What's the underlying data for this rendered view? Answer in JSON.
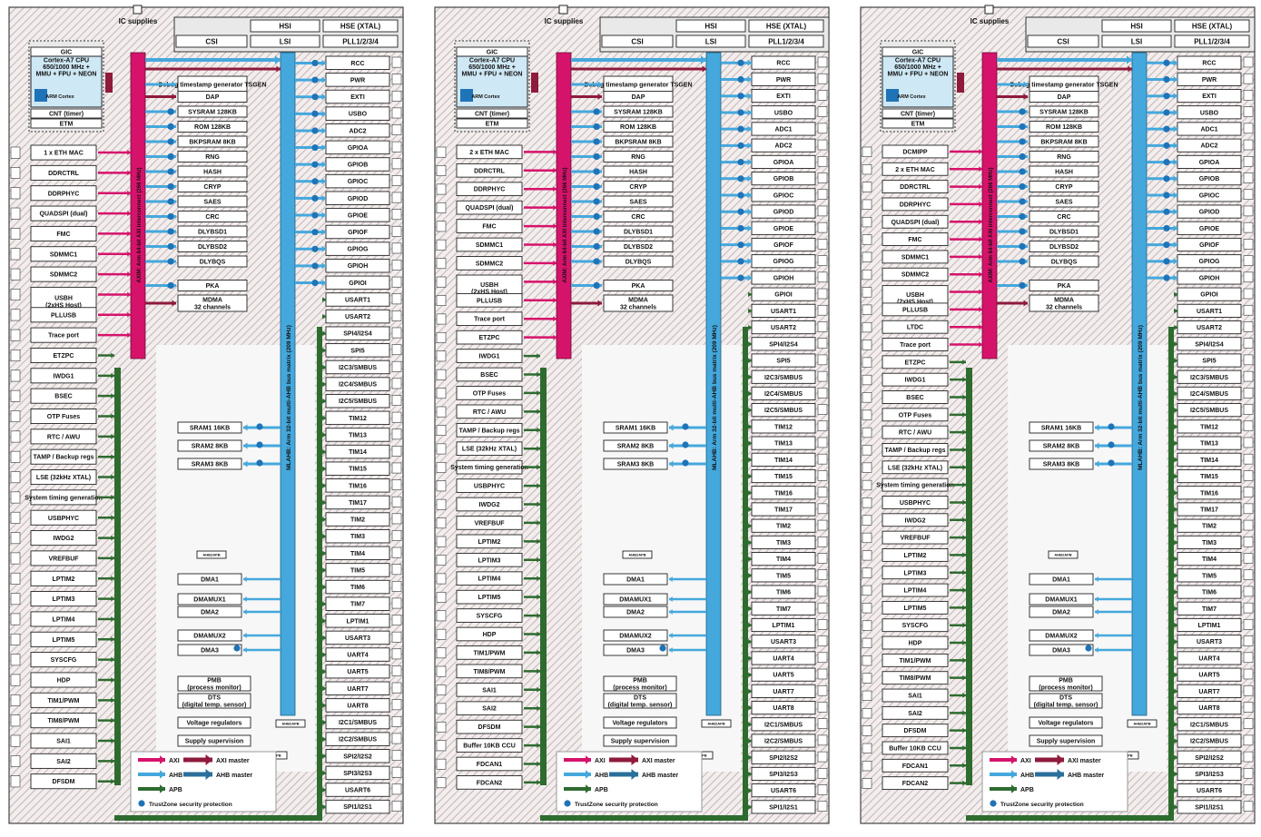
{
  "panels": [
    {
      "id": "p1",
      "ic_supplies": "IC supplies",
      "clock": {
        "hsi": "HSI",
        "hse": "HSE (XTAL)",
        "csi": "CSI",
        "lsi": "LSI",
        "pll": "PLL1/2/3/4"
      },
      "cpu": {
        "gic": "GIC",
        "core": "Cortex-A7 CPU\n650/1000 MHz +\nMMU + FPU + NEON",
        "logo": "ARM Cortex",
        "cnt": "CNT (timer)",
        "etm": "ETM"
      },
      "axi_label": "AXIM: Arm 64-bit AXI interconnect (266 MHz)",
      "ahb_label": "MLAHB: Arm 32-bit multi-AHB bus matrix (209 MHz)",
      "left_blocks": [
        "1 x ETH MAC",
        "DDRCTRL",
        "DDRPHYC",
        "QUADSPI (dual)",
        "FMC",
        "SDMMC1",
        "SDMMC2",
        "USBH\n(2xHS Host)",
        "PLLUSB",
        "Trace port",
        "ETZPC",
        "IWDG1",
        "BSEC",
        "OTP Fuses",
        "RTC / AWU",
        "TAMP / Backup regs",
        "LSE (32kHz XTAL)",
        "System timing generation",
        "USBPHYC",
        "IWDG2",
        "VREFBUF",
        "LPTIM2",
        "LPTIM3",
        "LPTIM4",
        "LPTIM5",
        "SYSCFG",
        "HDP",
        "TIM1/PWM",
        "TIM8/PWM",
        "SAI1",
        "SAI2",
        "DFSDM"
      ],
      "axi_blocks": [
        "Debug timestamp generator TSGEN",
        "DAP",
        "SYSRAM 128KB",
        "ROM 128KB",
        "BKPSRAM 8KB",
        "RNG",
        "HASH",
        "CRYP",
        "SAES",
        "CRC",
        "DLYBSD1",
        "DLYBSD2",
        "DLYBQS",
        "PKA",
        "MDMA\n32 channels"
      ],
      "mid_blocks": [
        "SRAM1 16KB",
        "SRAM2 8KB",
        "SRAM3 8KB",
        "DMA1",
        "DMAMUX1",
        "DMA2",
        "DMAMUX2",
        "DMA3",
        "PMB\n(process monitor)",
        "DTS\n(digital temp. sensor)",
        "Voltage regulators",
        "Supply supervision"
      ],
      "right_blocks": [
        "RCC",
        "PWR",
        "EXTI",
        "USBO",
        "ADC2",
        "GPIOA",
        "GPIOB",
        "GPIOC",
        "GPIOD",
        "GPIOE",
        "GPIOF",
        "GPIOG",
        "GPIOH",
        "GPIOI",
        "USART1",
        "USART2",
        "SPI4/I2S4",
        "SPI5",
        "I2C3/SMBUS",
        "I2C4/SMBUS",
        "I2C5/SMBUS",
        "TIM12",
        "TIM13",
        "TIM14",
        "TIM15",
        "TIM16",
        "TIM17",
        "TIM2",
        "TIM3",
        "TIM4",
        "TIM5",
        "TIM6",
        "TIM7",
        "LPTIM1",
        "USART3",
        "UART4",
        "UART5",
        "UART7",
        "UART8",
        "I2C1/SMBUS",
        "I2C2/SMBUS",
        "SPI2/I2S2",
        "SPI3/I2S3",
        "USART6",
        "SPI1/I2S1"
      ]
    },
    {
      "id": "p2",
      "ic_supplies": "IC supplies",
      "clock": {
        "hsi": "HSI",
        "hse": "HSE (XTAL)",
        "csi": "CSI",
        "lsi": "LSI",
        "pll": "PLL1/2/3/4"
      },
      "cpu": {
        "gic": "GIC",
        "core": "Cortex-A7 CPU\n650/1000 MHz +\nMMU + FPU + NEON",
        "logo": "ARM Cortex",
        "cnt": "CNT (timer)",
        "etm": "ETM"
      },
      "axi_label": "AXIM: Arm 64-bit AXI interconnect (266 MHz)",
      "ahb_label": "MLAHB: Arm 32-bit multi-AHB bus matrix (209 MHz)",
      "left_blocks": [
        "2 x ETH MAC",
        "DDRCTRL",
        "DDRPHYC",
        "QUADSPI (dual)",
        "FMC",
        "SDMMC1",
        "SDMMC2",
        "USBH\n(2xHS Host)",
        "PLLUSB",
        "Trace port",
        "ETZPC",
        "IWDG1",
        "BSEC",
        "OTP Fuses",
        "RTC / AWU",
        "TAMP / Backup regs",
        "LSE (32kHz XTAL)",
        "System timing generation",
        "USBPHYC",
        "IWDG2",
        "VREFBUF",
        "LPTIM2",
        "LPTIM3",
        "LPTIM4",
        "LPTIM5",
        "SYSCFG",
        "HDP",
        "TIM1/PWM",
        "TIM8/PWM",
        "SAI1",
        "SAI2",
        "DFSDM",
        "Buffer 10KB CCU",
        "FDCAN1",
        "FDCAN2"
      ],
      "axi_blocks": [
        "Debug timestamp generator TSGEN",
        "DAP",
        "SYSRAM 128KB",
        "ROM 128KB",
        "BKPSRAM 8KB",
        "RNG",
        "HASH",
        "CRYP",
        "SAES",
        "CRC",
        "DLYBSD1",
        "DLYBSD2",
        "DLYBQS",
        "PKA",
        "MDMA\n32 channels"
      ],
      "mid_blocks": [
        "SRAM1 16KB",
        "SRAM2 8KB",
        "SRAM3 8KB",
        "DMA1",
        "DMAMUX1",
        "DMA2",
        "DMAMUX2",
        "DMA3",
        "PMB\n(process monitor)",
        "DTS\n(digital temp. sensor)",
        "Voltage regulators",
        "Supply supervision"
      ],
      "right_blocks": [
        "RCC",
        "PWR",
        "EXTI",
        "USBO",
        "ADC1",
        "ADC2",
        "GPIOA",
        "GPIOB",
        "GPIOC",
        "GPIOD",
        "GPIOE",
        "GPIOF",
        "GPIOG",
        "GPIOH",
        "GPIOI",
        "USART1",
        "USART2",
        "SPI4/I2S4",
        "SPI5",
        "I2C3/SMBUS",
        "I2C4/SMBUS",
        "I2C5/SMBUS",
        "TIM12",
        "TIM13",
        "TIM14",
        "TIM15",
        "TIM16",
        "TIM17",
        "TIM2",
        "TIM3",
        "TIM4",
        "TIM5",
        "TIM6",
        "TIM7",
        "LPTIM1",
        "USART3",
        "UART4",
        "UART5",
        "UART7",
        "UART8",
        "I2C1/SMBUS",
        "I2C2/SMBUS",
        "SPI2/I2S2",
        "SPI3/I2S3",
        "USART6",
        "SPI1/I2S1"
      ]
    },
    {
      "id": "p3",
      "ic_supplies": "IC supplies",
      "clock": {
        "hsi": "HSI",
        "hse": "HSE (XTAL)",
        "csi": "CSI",
        "lsi": "LSI",
        "pll": "PLL1/2/3/4"
      },
      "cpu": {
        "gic": "GIC",
        "core": "Cortex-A7 CPU\n650/1000 MHz +\nMMU + FPU + NEON",
        "logo": "ARM Cortex",
        "cnt": "CNT (timer)",
        "etm": "ETM"
      },
      "axi_label": "AXIM: Arm 64-bit AXI interconnect (266 MHz)",
      "ahb_label": "MLAHB: Arm 32-bit multi-AHB bus matrix (209 MHz)",
      "left_blocks": [
        "DCMIPP",
        "2 x ETH MAC",
        "DDRCTRL",
        "DDRPHYC",
        "QUADSPI (dual)",
        "FMC",
        "SDMMC1",
        "SDMMC2",
        "USBH\n(2xHS Host)",
        "PLLUSB",
        "LTDC",
        "Trace port",
        "ETZPC",
        "IWDG1",
        "BSEC",
        "OTP Fuses",
        "RTC / AWU",
        "TAMP / Backup regs",
        "LSE (32kHz XTAL)",
        "System timing generation",
        "USBPHYC",
        "IWDG2",
        "VREFBUF",
        "LPTIM2",
        "LPTIM3",
        "LPTIM4",
        "LPTIM5",
        "SYSCFG",
        "HDP",
        "TIM1/PWM",
        "TIM8/PWM",
        "SAI1",
        "SAI2",
        "DFSDM",
        "Buffer 10KB CCU",
        "FDCAN1",
        "FDCAN2"
      ],
      "axi_blocks": [
        "Debug timestamp generator TSGEN",
        "DAP",
        "SYSRAM 128KB",
        "ROM 128KB",
        "BKPSRAM 8KB",
        "RNG",
        "HASH",
        "CRYP",
        "SAES",
        "CRC",
        "DLYBSD1",
        "DLYBSD2",
        "DLYBQS",
        "PKA",
        "MDMA\n32 channels"
      ],
      "mid_blocks": [
        "SRAM1 16KB",
        "SRAM2 8KB",
        "SRAM3 8KB",
        "DMA1",
        "DMAMUX1",
        "DMA2",
        "DMAMUX2",
        "DMA3",
        "PMB\n(process monitor)",
        "DTS\n(digital temp. sensor)",
        "Voltage regulators",
        "Supply supervision"
      ],
      "right_blocks": [
        "RCC",
        "PWR",
        "EXTI",
        "USBO",
        "ADC1",
        "ADC2",
        "GPIOA",
        "GPIOB",
        "GPIOC",
        "GPIOD",
        "GPIOE",
        "GPIOF",
        "GPIOG",
        "GPIOH",
        "GPIOI",
        "USART1",
        "USART2",
        "SPI4/I2S4",
        "SPI5",
        "I2C3/SMBUS",
        "I2C4/SMBUS",
        "I2C5/SMBUS",
        "TIM12",
        "TIM13",
        "TIM14",
        "TIM15",
        "TIM16",
        "TIM17",
        "TIM2",
        "TIM3",
        "TIM4",
        "TIM5",
        "TIM6",
        "TIM7",
        "LPTIM1",
        "USART3",
        "UART4",
        "UART5",
        "UART7",
        "UART8",
        "I2C1/SMBUS",
        "I2C2/SMBUS",
        "SPI2/I2S2",
        "SPI3/I2S3",
        "USART6",
        "SPI1/I2S1"
      ]
    }
  ],
  "legend": {
    "axi": "AXI",
    "axi_master": "AXI master",
    "ahb": "AHB",
    "ahb_master": "AHB master",
    "apb": "APB",
    "trustzone": "TrustZone security protection"
  },
  "colors": {
    "axi": "#d6136b",
    "ahb": "#45a8dc",
    "apb": "#2e6b2f",
    "master": "#8e1b3c",
    "hatch": "#c9b8b8",
    "block_bg": "#ffffff",
    "gray_bg": "#e9e9e9",
    "trustzone": "#1f74b8"
  }
}
